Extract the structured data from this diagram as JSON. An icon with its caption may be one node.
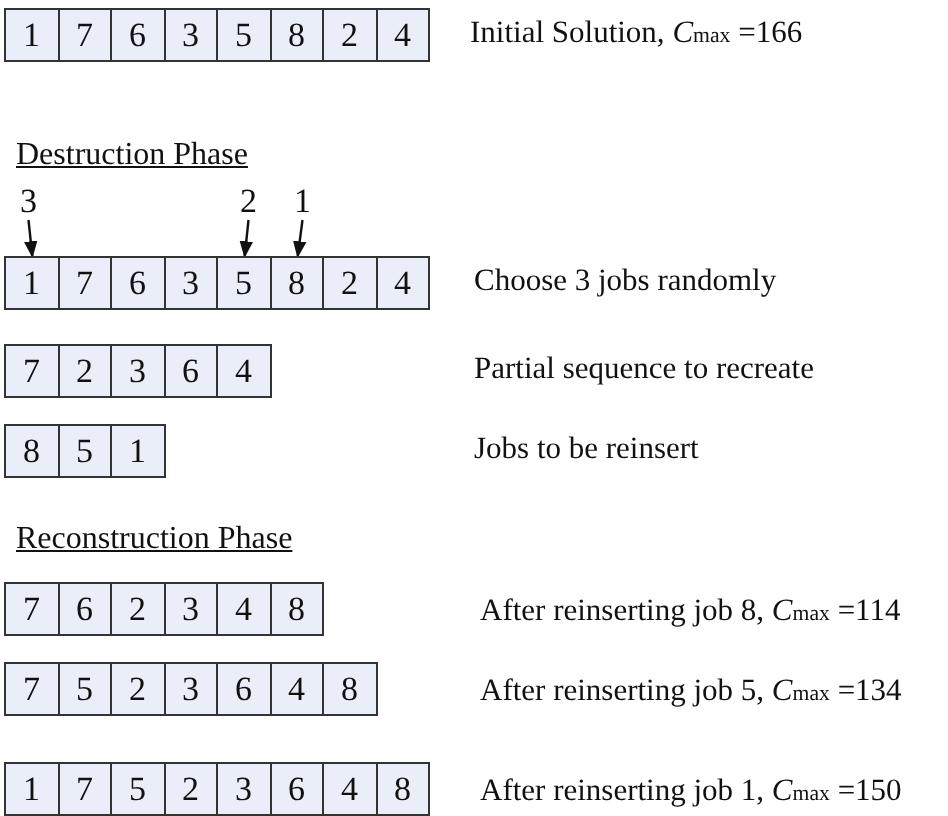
{
  "diagram": {
    "nodes": [
      {
        "text": [],
        "shape": "bar"
      },
      {
        "text": [
          "1"
        ],
        "in": 0
      },
      {
        "text": [
          "7"
        ],
        "in": 0
      },
      {
        "text": [
          "6"
        ],
        "in": 0
      },
      {
        "text": [
          "3"
        ],
        "in": 0
      },
      {
        "text": [
          "5"
        ],
        "in": 0
      },
      {
        "text": [
          "8"
        ],
        "in": 0
      },
      {
        "text": [
          "2"
        ],
        "in": 0
      },
      {
        "text": [
          "4"
        ],
        "in": 0
      },
      {
        "text": [
          "3"
        ]
      },
      {
        "text": [
          "2"
        ]
      },
      {
        "text": [
          "1"
        ]
      },
      {
        "text": [],
        "shape": "bar"
      },
      {
        "text": [
          "1"
        ],
        "in": 12
      },
      {
        "text": [
          "7"
        ],
        "in": 12
      },
      {
        "text": [
          "6"
        ],
        "in": 12
      },
      {
        "text": [
          "3"
        ],
        "in": 12
      },
      {
        "text": [
          "5"
        ],
        "in": 12
      },
      {
        "text": [
          "8"
        ],
        "in": 12
      },
      {
        "text": [
          "2"
        ],
        "in": 12
      },
      {
        "text": [
          "4"
        ],
        "in": 12
      },
      {
        "text": [],
        "shape": "bar"
      },
      {
        "text": [
          "7"
        ],
        "in": 21
      },
      {
        "text": [
          "2"
        ],
        "in": 21
      },
      {
        "text": [
          "3"
        ],
        "in": 21
      },
      {
        "text": [
          "6"
        ],
        "in": 21
      },
      {
        "text": [
          "4"
        ],
        "in": 21
      },
      {
        "text": [],
        "shape": "bar"
      },
      {
        "text": [
          "8"
        ],
        "in": 27
      },
      {
        "text": [
          "5"
        ],
        "in": 27
      },
      {
        "text": [
          "1"
        ],
        "in": 27
      },
      {
        "text": [],
        "shape": "bar"
      },
      {
        "text": [
          "7"
        ],
        "in": 31
      },
      {
        "text": [
          "6"
        ],
        "in": 31
      },
      {
        "text": [
          "2"
        ],
        "in": 31
      },
      {
        "text": [
          "3"
        ],
        "in": 31
      },
      {
        "text": [
          "4"
        ],
        "in": 31
      },
      {
        "text": [
          "8"
        ],
        "in": 31
      },
      {
        "text": [],
        "shape": "bar"
      },
      {
        "text": [
          "7"
        ],
        "in": 38
      },
      {
        "text": [
          "5"
        ],
        "in": 38
      },
      {
        "text": [
          "2"
        ],
        "in": 38
      },
      {
        "text": [
          "3"
        ],
        "in": 38
      },
      {
        "text": [
          "6"
        ],
        "in": 38
      },
      {
        "text": [
          "4"
        ],
        "in": 38
      },
      {
        "text": [
          "8"
        ],
        "in": 38
      },
      {
        "text": [],
        "shape": "bar"
      },
      {
        "text": [
          "1"
        ],
        "in": 46
      },
      {
        "text": [
          "7"
        ],
        "in": 46
      },
      {
        "text": [
          "5"
        ],
        "in": 46
      },
      {
        "text": [
          "2"
        ],
        "in": 46
      },
      {
        "text": [
          "3"
        ],
        "in": 46
      },
      {
        "text": [
          "6"
        ],
        "in": 46
      },
      {
        "text": [
          "4"
        ],
        "in": 46
      },
      {
        "text": [
          "8"
        ],
        "in": 46
      }
    ],
    "edges": [
      {
        "from": 9,
        "to": 13,
        "arrow": "to"
      },
      {
        "from": 10,
        "to": 17,
        "arrow": "to"
      },
      {
        "from": 11,
        "to": 18,
        "arrow": "to"
      }
    ],
    "labels": [
      "Initial Solution, *C*$_{max}$ =166",
      "Destruction Phase",
      "Choose 3 jobs randomly",
      "Partial sequence to recreate",
      "Jobs to be reinsert",
      "Reconstruction Phase",
      "After reinserting job 8, *C*$_{max}$ =114",
      "After reinserting job 5, *C*$_{max}$ =134",
      "After reinserting job 1, *C*$_{max}$ =150"
    ]
  }
}
